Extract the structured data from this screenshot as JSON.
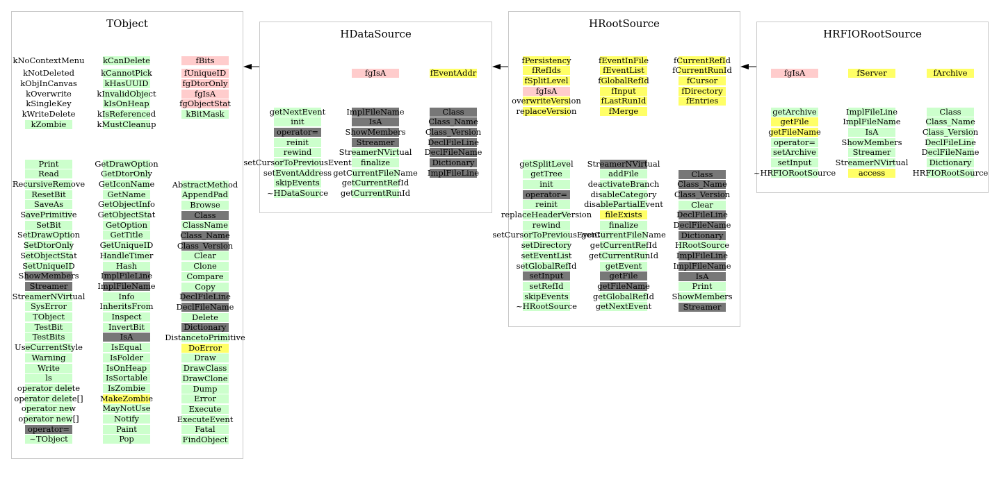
{
  "classes": [
    {
      "id": "tobject",
      "title": "TObject",
      "columns": [
        {
          "items": [
            [
              "kNoContextMenu",
              ""
            ],
            [
              "",
              ""
            ],
            [
              "kNotDeleted",
              ""
            ],
            [
              "kObjInCanvas",
              ""
            ],
            [
              "kOverwrite",
              ""
            ],
            [
              "kSingleKey",
              ""
            ],
            [
              "kWriteDelete",
              ""
            ],
            [
              "kZombie",
              "green"
            ]
          ]
        },
        {
          "items": [
            [
              "kCanDelete",
              "green"
            ],
            [
              "",
              ""
            ],
            [
              "kCannotPick",
              "green"
            ],
            [
              "kHasUUID",
              "green"
            ],
            [
              "kInvalidObject",
              "green"
            ],
            [
              "kIsOnHeap",
              "green"
            ],
            [
              "kIsReferenced",
              "green"
            ],
            [
              "kMustCleanup",
              "green"
            ]
          ]
        },
        {
          "items": [
            [
              "fBits",
              "red"
            ],
            [
              "",
              ""
            ],
            [
              "fUniqueID",
              "red"
            ],
            [
              "fgDtorOnly",
              "red"
            ],
            [
              "fgIsA",
              "red"
            ],
            [
              "fgObjectStat",
              "red"
            ],
            [
              "kBitMask",
              "green"
            ]
          ]
        },
        {
          "items": [
            [
              "Print",
              "green"
            ],
            [
              "Read",
              "green"
            ],
            [
              "RecursiveRemove",
              "green"
            ],
            [
              "ResetBit",
              "green"
            ],
            [
              "SaveAs",
              "green"
            ],
            [
              "SavePrimitive",
              "green"
            ],
            [
              "SetBit",
              "green"
            ],
            [
              "SetDrawOption",
              "green"
            ],
            [
              "SetDtorOnly",
              "green"
            ],
            [
              "SetObjectStat",
              "green"
            ],
            [
              "SetUniqueID",
              "green"
            ],
            [
              "ShowMembers",
              "gray"
            ],
            [
              "Streamer",
              "gray"
            ],
            [
              "StreamerNVirtual",
              "green"
            ],
            [
              "SysError",
              "green"
            ],
            [
              "TObject",
              "green"
            ],
            [
              "TestBit",
              "green"
            ],
            [
              "TestBits",
              "green"
            ],
            [
              "UseCurrentStyle",
              "green"
            ],
            [
              "Warning",
              "green"
            ],
            [
              "Write",
              "green"
            ],
            [
              "ls",
              "green"
            ],
            [
              "operator delete",
              "green"
            ],
            [
              "operator delete[]",
              "green"
            ],
            [
              "operator new",
              "green"
            ],
            [
              "operator new[]",
              "green"
            ],
            [
              "operator=",
              "gray"
            ],
            [
              "~TObject",
              "green"
            ]
          ]
        },
        {
          "items": [
            [
              "GetDrawOption",
              "green"
            ],
            [
              "GetDtorOnly",
              "green"
            ],
            [
              "GetIconName",
              "green"
            ],
            [
              "GetName",
              "green"
            ],
            [
              "GetObjectInfo",
              "green"
            ],
            [
              "GetObjectStat",
              "green"
            ],
            [
              "GetOption",
              "green"
            ],
            [
              "GetTitle",
              "green"
            ],
            [
              "GetUniqueID",
              "green"
            ],
            [
              "HandleTimer",
              "green"
            ],
            [
              "Hash",
              "green"
            ],
            [
              "ImplFileLine",
              "gray"
            ],
            [
              "ImplFileName",
              "gray"
            ],
            [
              "Info",
              "green"
            ],
            [
              "InheritsFrom",
              "green"
            ],
            [
              "Inspect",
              "green"
            ],
            [
              "InvertBit",
              "green"
            ],
            [
              "IsA",
              "gray"
            ],
            [
              "IsEqual",
              "green"
            ],
            [
              "IsFolder",
              "green"
            ],
            [
              "IsOnHeap",
              "green"
            ],
            [
              "IsSortable",
              "green"
            ],
            [
              "IsZombie",
              "green"
            ],
            [
              "MakeZombie",
              "yellow"
            ],
            [
              "MayNotUse",
              "green"
            ],
            [
              "Notify",
              "green"
            ],
            [
              "Paint",
              "green"
            ],
            [
              "Pop",
              "green"
            ]
          ]
        },
        {
          "items": [
            [
              "AbstractMethod",
              "green"
            ],
            [
              "AppendPad",
              "green"
            ],
            [
              "Browse",
              "green"
            ],
            [
              "Class",
              "gray"
            ],
            [
              "ClassName",
              "green"
            ],
            [
              "Class_Name",
              "gray"
            ],
            [
              "Class_Version",
              "gray"
            ],
            [
              "Clear",
              "green"
            ],
            [
              "Clone",
              "green"
            ],
            [
              "Compare",
              "green"
            ],
            [
              "Copy",
              "green"
            ],
            [
              "DeclFileLine",
              "gray"
            ],
            [
              "DeclFileName",
              "gray"
            ],
            [
              "Delete",
              "green"
            ],
            [
              "Dictionary",
              "gray"
            ],
            [
              "DistancetoPrimitive",
              "green"
            ],
            [
              "DoError",
              "yellow"
            ],
            [
              "Draw",
              "green"
            ],
            [
              "DrawClass",
              "green"
            ],
            [
              "DrawClone",
              "green"
            ],
            [
              "Dump",
              "green"
            ],
            [
              "Error",
              "green"
            ],
            [
              "Execute",
              "green"
            ],
            [
              "ExecuteEvent",
              "green"
            ],
            [
              "Fatal",
              "green"
            ],
            [
              "FindObject",
              "green"
            ]
          ]
        }
      ]
    },
    {
      "id": "hdatasource",
      "title": "HDataSource",
      "columns": [
        {
          "items": [
            [
              "fgIsA",
              "red"
            ]
          ]
        },
        {
          "items": [
            [
              "fEventAddr",
              "yellow"
            ]
          ]
        },
        {
          "items": [
            [
              "getNextEvent",
              "green"
            ],
            [
              "init",
              "green"
            ],
            [
              "operator=",
              "gray"
            ],
            [
              "reinit",
              "green"
            ],
            [
              "rewind",
              "green"
            ],
            [
              "setCursorToPreviousEvent",
              "green"
            ],
            [
              "setEventAddress",
              "green"
            ],
            [
              "skipEvents",
              "green"
            ],
            [
              "~HDataSource",
              "green"
            ]
          ]
        },
        {
          "items": [
            [
              "ImplFileName",
              "gray"
            ],
            [
              "IsA",
              "gray"
            ],
            [
              "ShowMembers",
              "gray"
            ],
            [
              "Streamer",
              "gray"
            ],
            [
              "StreamerNVirtual",
              "green"
            ],
            [
              "finalize",
              "green"
            ],
            [
              "getCurrentFileName",
              "green"
            ],
            [
              "getCurrentRefId",
              "green"
            ],
            [
              "getCurrentRunId",
              "green"
            ]
          ]
        },
        {
          "items": [
            [
              "Class",
              "gray"
            ],
            [
              "Class_Name",
              "gray"
            ],
            [
              "Class_Version",
              "gray"
            ],
            [
              "DeclFileLine",
              "gray"
            ],
            [
              "DeclFileName",
              "gray"
            ],
            [
              "Dictionary",
              "gray"
            ],
            [
              "ImplFileLine",
              "gray"
            ]
          ]
        }
      ]
    },
    {
      "id": "hrootsource",
      "title": "HRootSource",
      "columns": [
        {
          "items": [
            [
              "fPersistency",
              "yellow"
            ],
            [
              "fRefIds",
              "yellow"
            ],
            [
              "fSplitLevel",
              "yellow"
            ],
            [
              "fgIsA",
              "red"
            ],
            [
              "overwriteVersion",
              "yellow"
            ],
            [
              "replaceVersion",
              "yellow"
            ]
          ]
        },
        {
          "items": [
            [
              "fEventInFile",
              "yellow"
            ],
            [
              "fEventList",
              "yellow"
            ],
            [
              "fGlobalRefId",
              "yellow"
            ],
            [
              "fInput",
              "yellow"
            ],
            [
              "fLastRunId",
              "yellow"
            ],
            [
              "fMerge",
              "yellow"
            ]
          ]
        },
        {
          "items": [
            [
              "fCurrentRefId",
              "yellow"
            ],
            [
              "fCurrentRunId",
              "yellow"
            ],
            [
              "fCursor",
              "yellow"
            ],
            [
              "fDirectory",
              "yellow"
            ],
            [
              "fEntries",
              "yellow"
            ]
          ]
        },
        {
          "items": [
            [
              "getSplitLevel",
              "green"
            ],
            [
              "getTree",
              "green"
            ],
            [
              "init",
              "green"
            ],
            [
              "operator=",
              "gray"
            ],
            [
              "reinit",
              "green"
            ],
            [
              "replaceHeaderVersion",
              "green"
            ],
            [
              "rewind",
              "green"
            ],
            [
              "setCursorToPreviousEvent",
              "green"
            ],
            [
              "setDirectory",
              "green"
            ],
            [
              "setEventList",
              "green"
            ],
            [
              "setGlobalRefId",
              "green"
            ],
            [
              "setInput",
              "gray"
            ],
            [
              "setRefId",
              "green"
            ],
            [
              "skipEvents",
              "green"
            ],
            [
              "~HRootSource",
              "green"
            ]
          ]
        },
        {
          "items": [
            [
              "StreamerNVirtual",
              "gray"
            ],
            [
              "addFile",
              "green"
            ],
            [
              "deactivateBranch",
              "green"
            ],
            [
              "disableCategory",
              "green"
            ],
            [
              "disablePartialEvent",
              "green"
            ],
            [
              "fileExists",
              "yellow"
            ],
            [
              "finalize",
              "green"
            ],
            [
              "getCurrentFileName",
              "green"
            ],
            [
              "getCurrentRefId",
              "green"
            ],
            [
              "getCurrentRunId",
              "green"
            ],
            [
              "getEvent",
              "green"
            ],
            [
              "getFile",
              "gray"
            ],
            [
              "getFileName",
              "gray"
            ],
            [
              "getGlobalRefId",
              "green"
            ],
            [
              "getNextEvent",
              "green"
            ]
          ]
        },
        {
          "items": [
            [
              "Class",
              "gray"
            ],
            [
              "Class_Name",
              "gray"
            ],
            [
              "Class_Version",
              "gray"
            ],
            [
              "Clear",
              "green"
            ],
            [
              "DeclFileLine",
              "gray"
            ],
            [
              "DeclFileName",
              "gray"
            ],
            [
              "Dictionary",
              "gray"
            ],
            [
              "HRootSource",
              "green"
            ],
            [
              "ImplFileLine",
              "gray"
            ],
            [
              "ImplFileName",
              "gray"
            ],
            [
              "IsA",
              "gray"
            ],
            [
              "Print",
              "green"
            ],
            [
              "ShowMembers",
              "green"
            ],
            [
              "Streamer",
              "gray"
            ]
          ]
        }
      ]
    },
    {
      "id": "hrfiorootsource",
      "title": "HRFIORootSource",
      "columns": [
        {
          "items": [
            [
              "fgIsA",
              "red"
            ]
          ]
        },
        {
          "items": [
            [
              "fServer",
              "yellow"
            ]
          ]
        },
        {
          "items": [
            [
              "fArchive",
              "yellow"
            ]
          ]
        },
        {
          "items": [
            [
              "getArchive",
              "green"
            ],
            [
              "getFile",
              "yellow"
            ],
            [
              "getFileName",
              "yellow"
            ],
            [
              "operator=",
              "green"
            ],
            [
              "setArchive",
              "green"
            ],
            [
              "setInput",
              "green"
            ],
            [
              "~HRFIORootSource",
              "green"
            ]
          ]
        },
        {
          "items": [
            [
              "ImplFileLine",
              "green"
            ],
            [
              "ImplFileName",
              "green"
            ],
            [
              "IsA",
              "green"
            ],
            [
              "ShowMembers",
              "green"
            ],
            [
              "Streamer",
              "green"
            ],
            [
              "StreamerNVirtual",
              "green"
            ],
            [
              "access",
              "yellow"
            ]
          ]
        },
        {
          "items": [
            [
              "Class",
              "green"
            ],
            [
              "Class_Name",
              "green"
            ],
            [
              "Class_Version",
              "green"
            ],
            [
              "DeclFileLine",
              "green"
            ],
            [
              "DeclFileName",
              "green"
            ],
            [
              "Dictionary",
              "green"
            ],
            [
              "HRFIORootSource",
              "green"
            ]
          ]
        }
      ]
    }
  ],
  "colors": {
    "green": "#ccffcc",
    "red": "#ffcccc",
    "yellow": "#ffff66",
    "gray": "#777777",
    "border": "#c8c8c8",
    "arrow": "#000000"
  }
}
